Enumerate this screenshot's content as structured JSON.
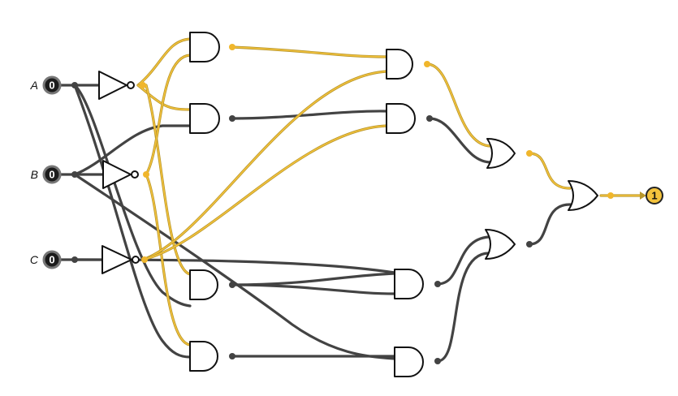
{
  "inputs": [
    {
      "label": "A",
      "value": "0"
    },
    {
      "label": "B",
      "value": "0"
    },
    {
      "label": "C",
      "value": "0"
    }
  ],
  "output": {
    "value": "1"
  },
  "colors": {
    "wire_off": "#434343",
    "wire_on": "#f3c23c",
    "input_node": "#1b1b1b",
    "output_node": "#f3c23c"
  }
}
